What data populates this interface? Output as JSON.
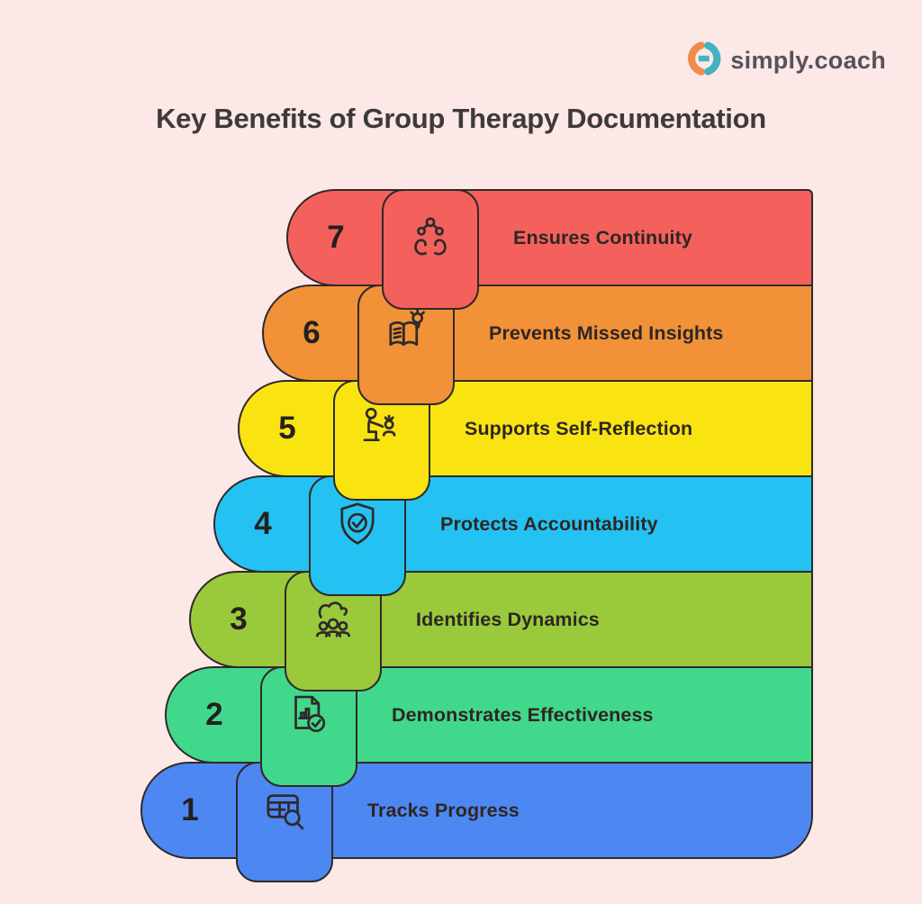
{
  "brand": {
    "name": "simply.coach",
    "logo_icon": "simply-coach-logo-icon",
    "logo_orange": "#ef8b4c",
    "logo_teal": "#43b2c1"
  },
  "title": "Key Benefits of Group Therapy Documentation",
  "theme": {
    "background": "#fce8e6",
    "stroke": "#2f2a2a",
    "number_color": "#23201e",
    "label_color": "#2e2623"
  },
  "rows": [
    {
      "number": "7",
      "label": "Ensures Continuity",
      "icon": "hands-network-icon",
      "color": "#f4615c"
    },
    {
      "number": "6",
      "label": "Prevents Missed Insights",
      "icon": "book-lightbulb-icon",
      "color": "#f19238"
    },
    {
      "number": "5",
      "label": "Supports Self-Reflection",
      "icon": "mentor-coaching-icon",
      "color": "#f9e412"
    },
    {
      "number": "4",
      "label": "Protects Accountability",
      "icon": "shield-check-icon",
      "color": "#24c2f2"
    },
    {
      "number": "3",
      "label": "Identifies Dynamics",
      "icon": "group-people-icon",
      "color": "#9aca3b"
    },
    {
      "number": "2",
      "label": "Demonstrates Effectiveness",
      "icon": "document-chart-check-icon",
      "color": "#42d88b"
    },
    {
      "number": "1",
      "label": "Tracks Progress",
      "icon": "table-search-icon",
      "color": "#4d87f2"
    }
  ]
}
